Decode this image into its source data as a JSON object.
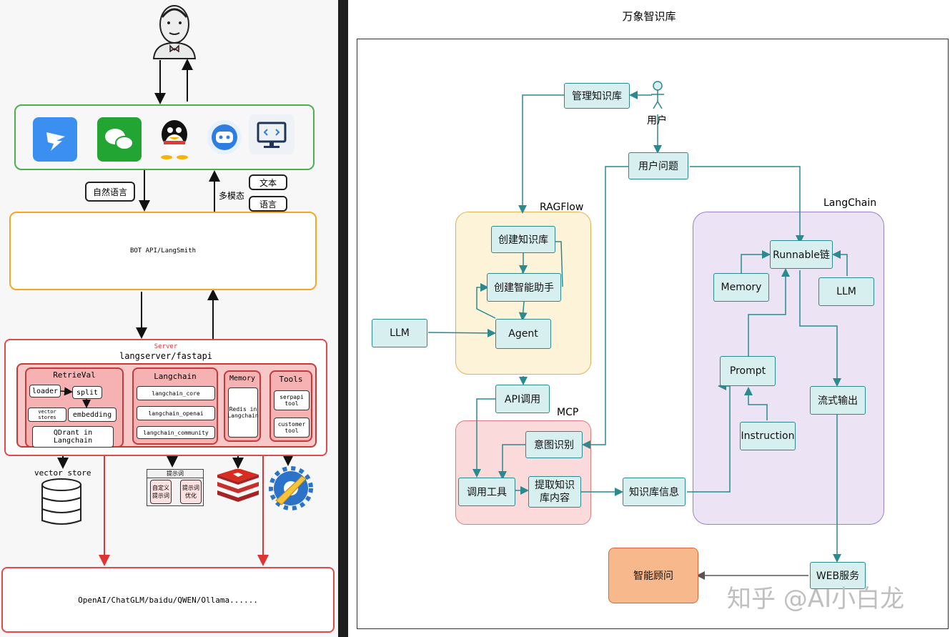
{
  "left": {
    "channel_icons": [
      "dingtalk-icon",
      "wechat-icon",
      "qq-icon",
      "robot-icon",
      "webpage-icon"
    ],
    "label_natural_language": "自然语言",
    "label_multimodal": "多模态",
    "label_text": "文本",
    "label_voice": "语言",
    "bot_api_label": "BOT API/LangSmith",
    "server_label": "Server",
    "server_title": "langserver/fastapi",
    "retrieval": {
      "title": "RetrieVal",
      "loader": "loader",
      "split": "split",
      "vector_stores": "vector stores",
      "embedding": "embedding",
      "qdrant": "QDrant in Langchain"
    },
    "langchain": {
      "title": "Langchain",
      "items": [
        "langchain_core",
        "langchain_openai",
        "langchain_community"
      ]
    },
    "memory": {
      "title": "Memory",
      "item": "Redis in Langchain"
    },
    "tools": {
      "title": "Tools",
      "items": [
        "serpapi tool",
        "customer tool"
      ]
    },
    "vector_store_label": "vector store",
    "prompt_box": {
      "title": "提示词",
      "items": [
        "自定义提示词",
        "提示词优化"
      ]
    },
    "llm_providers": "OpenAI/ChatGLM/baidu/QWEN/Ollama......"
  },
  "right": {
    "title": "万象智识库",
    "nodes": {
      "manage_kb": "管理知识库",
      "user": "用户",
      "user_question": "用户问题",
      "ragflow": "RAGFlow",
      "create_kb": "创建知识库",
      "create_assistant": "创建智能助手",
      "agent": "Agent",
      "llm_left": "LLM",
      "api_call": "API调用",
      "mcp": "MCP",
      "intent": "意图识别",
      "call_tool": "调用工具",
      "extract": "提取知识库内容",
      "kb_info": "知识库信息",
      "langchain": "LangChain",
      "runnable": "Runnable链",
      "memory": "Memory",
      "llm_right": "LLM",
      "prompt": "Prompt",
      "instruction": "Instruction",
      "stream": "流式输出",
      "web": "WEB服务",
      "advisor": "智能顾问"
    },
    "watermark": "知乎 @AI小白龙"
  },
  "colors": {
    "teal": "#2a8a8f",
    "ragflow_fill": "#fdf3d9",
    "mcp_fill": "#fadada",
    "langchain_fill": "#ece4f5",
    "advisor_fill": "#f7b98b"
  }
}
